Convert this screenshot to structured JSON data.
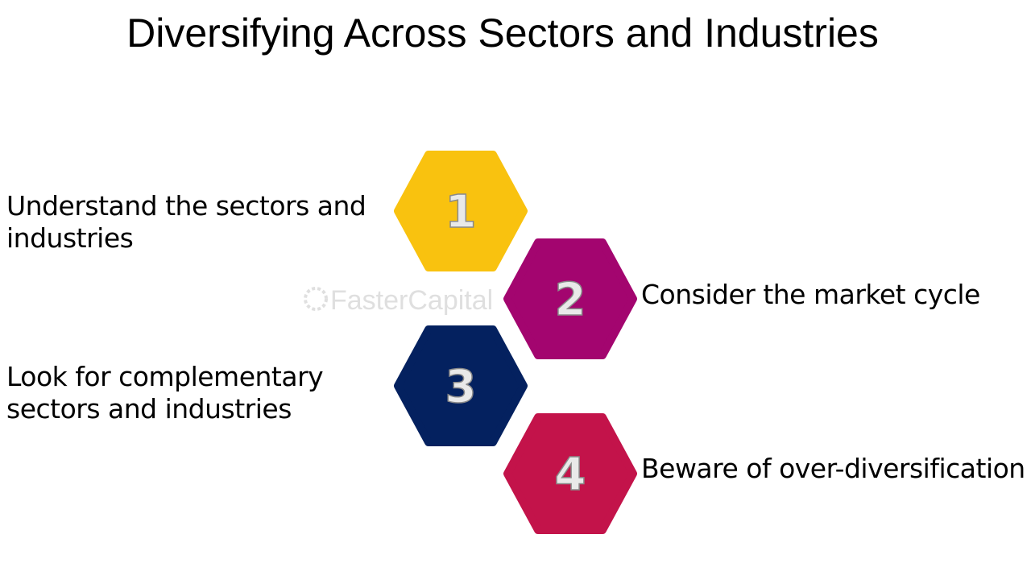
{
  "title": "Diversifying Across Sectors and Industries",
  "watermark": "FasterCapital",
  "steps": [
    {
      "number": "1",
      "label": "Understand the sectors and industries",
      "color": "#F9C20F"
    },
    {
      "number": "2",
      "label": "Consider the market cycle",
      "color": "#A3056F"
    },
    {
      "number": "3",
      "label": "Look for complementary sectors and industries",
      "color": "#04215F"
    },
    {
      "number": "4",
      "label": "Beware of over-diversification",
      "color": "#C3134A"
    }
  ]
}
